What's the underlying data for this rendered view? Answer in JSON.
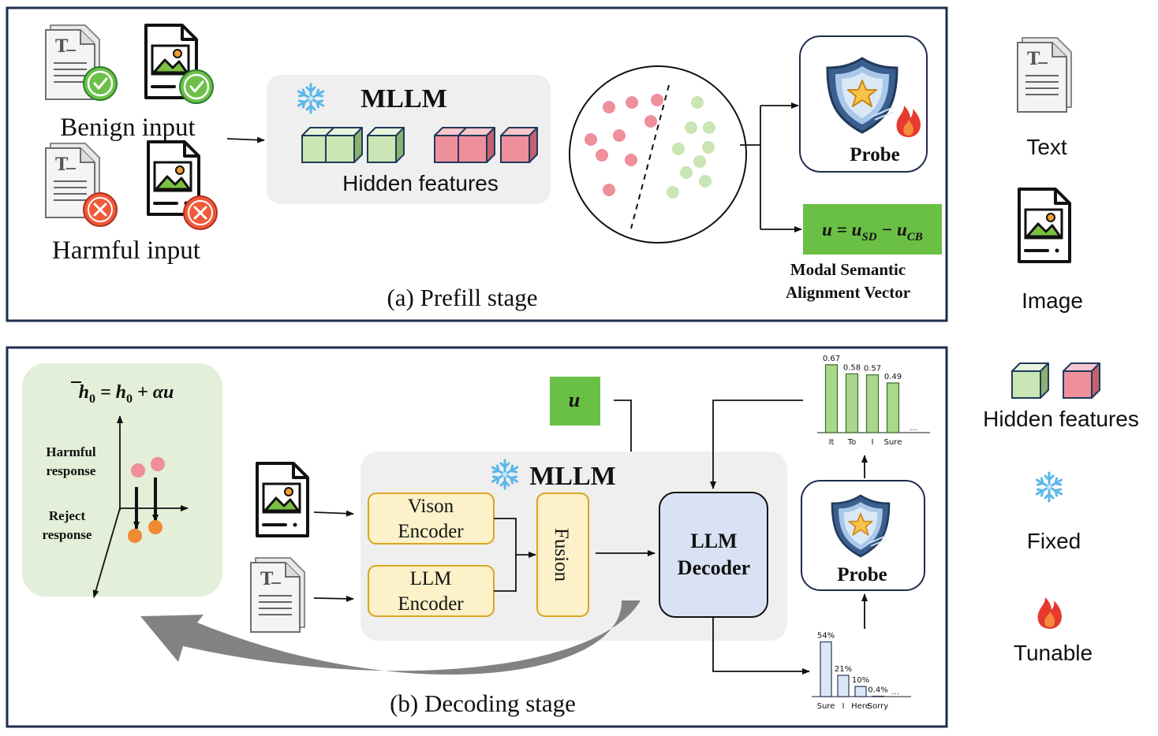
{
  "prefill": {
    "caption": "(a) Prefill stage",
    "benign_label": "Benign input",
    "harmful_label": "Harmful input",
    "mllm_label": "MLLM",
    "hidden_features_label": "Hidden features",
    "probe_label": "Probe",
    "formula": "u = u",
    "formula_sub1": "SD",
    "formula_minus": " − u",
    "formula_sub2": "CB",
    "vector_label_line1": "Modal Semantic",
    "vector_label_line2": "Alignment Vector"
  },
  "decoding": {
    "caption": "(b) Decoding stage",
    "steer_formula_lhs": "h",
    "steer_formula_sub": "0",
    "steer_formula_eq": " = h",
    "steer_formula_sub2": "0",
    "steer_formula_rhs": " + αu",
    "harmful_response_line1": "Harmful",
    "harmful_response_line2": "response",
    "reject_response_line1": "Reject",
    "reject_response_line2": "response",
    "u_label": "u",
    "mllm_label": "MLLM",
    "vision_encoder_line1": "Vison",
    "vision_encoder_line2": "Encoder",
    "llm_encoder_line1": "LLM",
    "llm_encoder_line2": "Encoder",
    "fusion_label": "Fusion",
    "decoder_line1": "LLM",
    "decoder_line2": "Decoder",
    "probe_label": "Probe"
  },
  "legend": {
    "text": "Text",
    "image": "Image",
    "hidden_features": "Hidden features",
    "fixed": "Fixed",
    "tunable": "Tunable"
  },
  "colors": {
    "frame": "#1f2d4d",
    "benign_green": "#c9e6b4",
    "harmful_pink": "#ef8f9c",
    "vector_green": "#6abf45",
    "encoder_fill": "#fdf1c9",
    "encoder_stroke": "#d9a520",
    "decoder_fill": "#d9e2f5",
    "panel_gray": "#efefef",
    "steer_panel": "#e3efd8",
    "bar_green": "#a9d78c",
    "bar_blue": "#dce6f6"
  },
  "chart_data": [
    {
      "type": "bar",
      "categories": [
        "It",
        "To",
        "I",
        "Sure",
        "..."
      ],
      "values": [
        0.67,
        0.58,
        0.57,
        0.49,
        null
      ],
      "labels": [
        "0.67",
        "0.58",
        "0.57",
        "0.49",
        ""
      ],
      "ylim": [
        0,
        0.7
      ]
    },
    {
      "type": "bar",
      "categories": [
        "Sure",
        "I",
        "Here",
        "Sorry",
        "..."
      ],
      "values": [
        54,
        21,
        10,
        0.4,
        null
      ],
      "labels": [
        "54%",
        "21%",
        "10%",
        "0.4%",
        ""
      ],
      "ylim": [
        0,
        56
      ]
    }
  ]
}
